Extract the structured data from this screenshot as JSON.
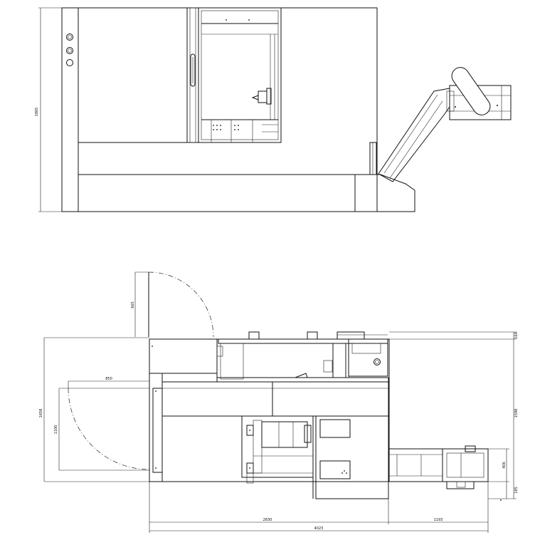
{
  "side_view": {
    "dim_height": "1865"
  },
  "plan_view": {
    "dim_door_swing": "665",
    "dim_top_offset": "160",
    "dim_overall_depth": "1658",
    "dim_side_door_width": "850",
    "dim_side_door_depth": "1100",
    "dim_right_depth": "1598",
    "dim_conveyor_width": "406",
    "dim_conveyor_offset": "185",
    "dim_machine_width": "2830",
    "dim_conveyor_length": "1193",
    "dim_overall_width": "4023"
  }
}
